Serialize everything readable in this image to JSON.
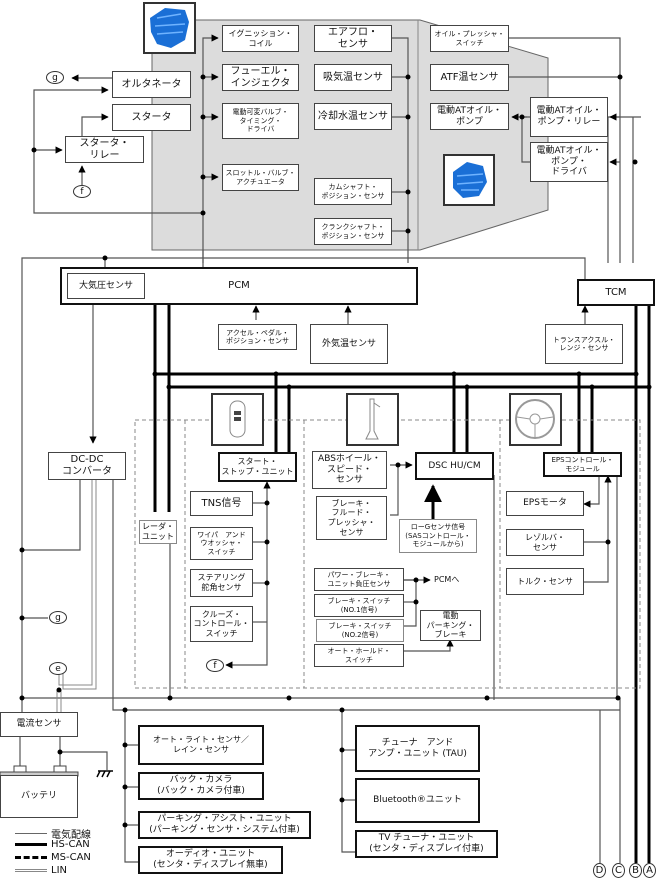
{
  "engine_compartment": {
    "ignition_coil": "イグニッション・\nコイル",
    "fuel_injector": "フューエル・\nインジェクタ",
    "vvt_driver": "電動可変バルブ・\nタイミング・\nドライバ",
    "throttle_actuator": "スロットル・バルブ・\nアクチュエータ",
    "airflow_sensor": "エアフロ・\nセンサ",
    "intake_temp_sensor": "吸気温センサ",
    "coolant_temp_sensor": "冷却水温センサ",
    "camshaft_sensor": "カムシャフト・\nポジション・センサ",
    "crankshaft_sensor": "クランクシャフト・\nポジション・センサ",
    "oil_pressure_switch": "オイル・プレッシャ・\nスイッチ",
    "atf_temp_sensor": "ATF温センサ",
    "electric_oil_pump": "電動ATオイル・\nポンプ",
    "oil_pump_relay": "電動ATオイル・\nポンプ・リレー",
    "oil_pump_driver": "電動ATオイル・\nポンプ・\nドライバ"
  },
  "charging": {
    "alternator": "オルタネータ",
    "starter": "スタータ",
    "starter_relay": "スタータ・\nリレー"
  },
  "modules": {
    "pcm": "PCM",
    "barometric_sensor": "大気圧センサ",
    "accel_pedal_sensor": "アクセル・ペダル・\nポジション・センサ",
    "ambient_temp_sensor": "外気温センサ",
    "tcm": "TCM",
    "transaxle_range_sensor": "トランスアクスル・\nレンジ・センサ",
    "dcdc_converter": "DC-DC\nコンバータ",
    "radar_unit": "レーダ・\nユニット",
    "start_stop_unit": "スタート・\nストップ・ユニット",
    "tns_signal": "TNS信号",
    "wiper_washer_switch": "ワイパ　アンド\nウオッシャ・\nスイッチ",
    "steering_angle_sensor": "ステアリング\n舵角センサ",
    "cruise_control_switch": "クルーズ・\nコントロール・\nスイッチ",
    "abs_wheel_speed_sensor": "ABSホイール・\nスピード・\nセンサ",
    "brake_fluid_pressure_sensor": "ブレーキ・\nフルード・\nプレッシャ・\nセンサ",
    "dsc_hucm": "DSC HU/CM",
    "low_g_sensor_signal": "ローGセンサ信号\n(SASコントロール・\nモジュールから)",
    "power_brake_vacuum_sensor": "パワー・ブレーキ・\nユニット負圧センサ",
    "to_pcm": "PCMへ",
    "brake_switch_1": "ブレーキ・スイッチ\n(NO.1信号)",
    "brake_switch_2": "ブレーキ・スイッチ\n(NO.2信号)",
    "electric_parking_brake": "電動\nパーキング・\nブレーキ",
    "auto_hold_switch": "オート・ホールド・\nスイッチ",
    "eps_control_module": "EPSコントロール・\nモジュール",
    "eps_motor": "EPSモータ",
    "resolver_sensor": "レゾルバ・\nセンサ",
    "torque_sensor": "トルク・センサ"
  },
  "power": {
    "current_sensor": "電流センサ",
    "battery": "バッテリ"
  },
  "body_units": {
    "auto_light_rain_sensor": "オート・ライト・センサ／\nレイン・センサ",
    "back_camera": "バック・カメラ\n(バック・カメラ付車)",
    "parking_assist_unit": "パーキング・アシスト・ユニット\n(パーキング・センサ・システム付車)",
    "audio_unit": "オーディオ・ユニット\n(センタ・ディスプレイ無車)",
    "tuner_amp_unit": "チューナ　アンド\nアンプ・ユニット (TAU)",
    "bluetooth_unit": "Bluetooth®ユニット",
    "tv_tuner_unit": "TV チューナ・ユニット\n(センタ・ディスプレイ付車)"
  },
  "connectors": {
    "g": "g",
    "f": "f",
    "e": "e",
    "A": "A",
    "B": "B",
    "C": "C",
    "D": "D"
  },
  "legend": {
    "wiring": "電気配線",
    "hs_can": "HS-CAN",
    "ms_can": "MS-CAN",
    "lin": "LIN"
  },
  "colors": {
    "engine_area": "#dcdcdc",
    "wire": "#555555",
    "can": "#000000"
  }
}
